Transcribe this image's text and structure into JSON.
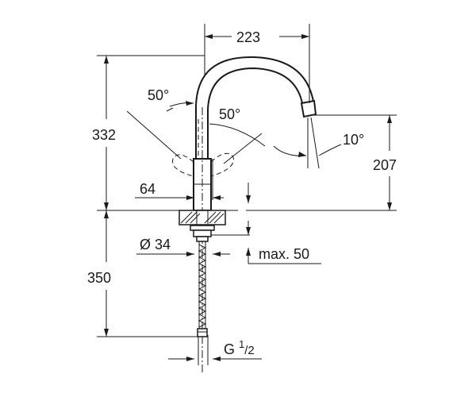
{
  "dimensions": {
    "spout_reach": "223",
    "total_height": "332",
    "spout_height": "207",
    "handle_clearance": "64",
    "lower_length": "350",
    "shank_diameter": "Ø 34",
    "max_thickness": "max. 50",
    "connection_main": "G ",
    "connection_sup": "1",
    "connection_sub": "/2"
  },
  "angles": {
    "lever_left": "50°",
    "lever_right": "50°",
    "spout_tilt": "10°"
  }
}
